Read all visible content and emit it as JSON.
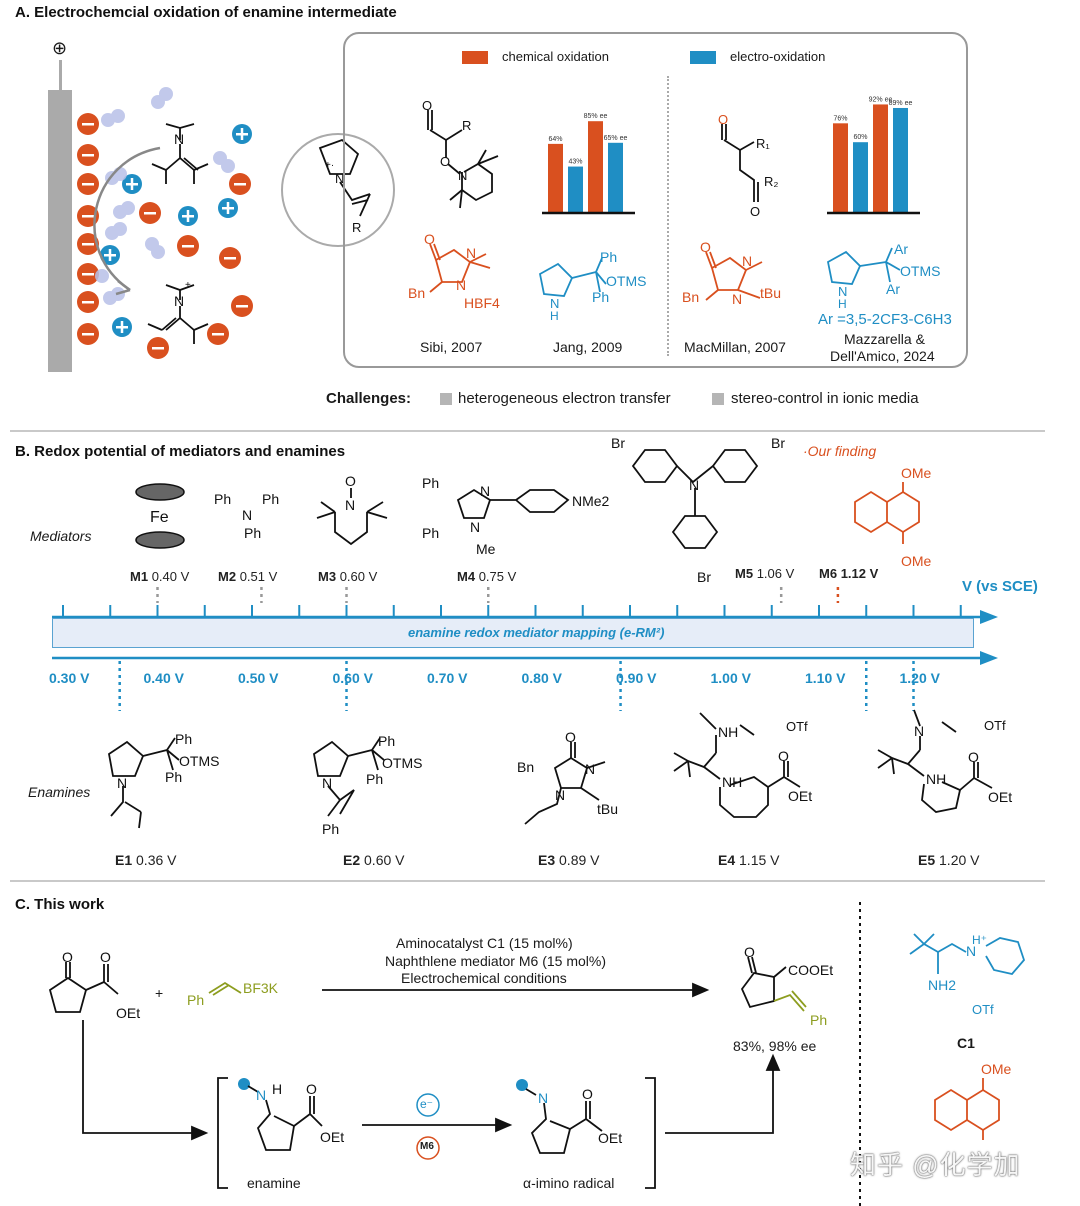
{
  "section_a": {
    "title": "A. Electrochemcial oxidation of enamine intermediate",
    "electrode_sign": "⊕",
    "legend": {
      "chemical": "chemical oxidation",
      "electro": "electro-oxidation",
      "chemical_color": "#d9501f",
      "electro_color": "#1f8ec4"
    },
    "citations": [
      "Sibi, 2007",
      "Jang, 2009",
      "MacMillan, 2007",
      "Mazzarella &",
      "Dell'Amico, 2024"
    ],
    "catalyst_text": {
      "hbf4": "HBF4",
      "bn": "Bn",
      "ph": "Ph",
      "otms": "OTMS",
      "tbu": "tBu",
      "ar": "Ar",
      "ar_def": "Ar =3,5-2CF3-C6H3",
      "r": "R",
      "r1": "R1",
      "r2": "R2"
    },
    "challenges": {
      "label": "Challenges:",
      "item1": "heterogeneous electron transfer",
      "item2": "stereo-control in ionic media"
    }
  },
  "chart_data": [
    {
      "type": "bar",
      "categories": [
        "Sibi, 2007",
        "Jang, 2009"
      ],
      "series": [
        {
          "name": "chemical oxidation",
          "values": [
            64,
            85
          ]
        },
        {
          "name": "electro-oxidation",
          "values": [
            43,
            65
          ]
        }
      ],
      "data_labels": [
        "64%",
        "43%",
        "85% ee",
        "65% ee"
      ]
    },
    {
      "type": "bar",
      "categories": [
        "MacMillan, 2007",
        "Mazzarella & Dell'Amico, 2024"
      ],
      "series": [
        {
          "name": "chemical oxidation",
          "values": [
            76,
            92
          ]
        },
        {
          "name": "electro-oxidation",
          "values": [
            60,
            89
          ]
        }
      ],
      "data_labels": [
        "76%",
        "60%",
        "92% ee",
        "89% ee"
      ]
    }
  ],
  "section_b": {
    "title": "B. Redox potential of mediators and enamines",
    "mediators_label": "Mediators",
    "enamines_label": "Enamines",
    "our_finding": "·Our finding",
    "axis_unit": "V (vs SCE)",
    "band_label": "enamine redox mediator mapping (e-RM²)",
    "ticks": [
      "0.30 V",
      "0.40 V",
      "0.50 V",
      "0.60 V",
      "0.70 V",
      "0.80 V",
      "0.90 V",
      "1.00 V",
      "1.10 V",
      "1.20 V"
    ],
    "mediators": [
      {
        "id": "M1",
        "value": "0.40 V"
      },
      {
        "id": "M2",
        "value": "0.51 V"
      },
      {
        "id": "M3",
        "value": "0.60 V"
      },
      {
        "id": "M4",
        "value": "0.75 V"
      },
      {
        "id": "M5",
        "value": "1.06 V"
      },
      {
        "id": "M6",
        "value": "1.12 V"
      }
    ],
    "enamines": [
      {
        "id": "E1",
        "value": "0.36 V"
      },
      {
        "id": "E2",
        "value": "0.60 V"
      },
      {
        "id": "E3",
        "value": "0.89 V"
      },
      {
        "id": "E4",
        "value": "1.15 V"
      },
      {
        "id": "E5",
        "value": "1.20 V"
      }
    ],
    "struct_text": {
      "fe": "Fe",
      "ph": "Ph",
      "n": "N",
      "o": "O",
      "ome": "OMe",
      "nme2": "NMe2",
      "me": "Me",
      "br": "Br",
      "otms": "OTMS",
      "bn": "Bn",
      "tbu": "tBu",
      "otf": "OTf",
      "nh": "NH",
      "oet": "OEt"
    }
  },
  "section_c": {
    "title": "C. This work",
    "conditions": [
      "Aminocatalyst C1 (15 mol%)",
      "Naphthlene mediator M6 (15 mol%)",
      "Electrochemical  conditions"
    ],
    "plus": "+",
    "reagent": "BF3K",
    "product_yield": "83%, 98% ee",
    "product_text": {
      "cooet": "COOEt",
      "ph": "Ph",
      "oet": "OEt",
      "o": "O"
    },
    "enamine_label": "enamine",
    "radical_label": "α-imino radical",
    "electron": "e⁻",
    "m6": "M6",
    "c1_label": "C1",
    "ome": "OMe",
    "otf": "OTf",
    "nh2": "NH2",
    "watermark": "知乎 @化学加"
  }
}
